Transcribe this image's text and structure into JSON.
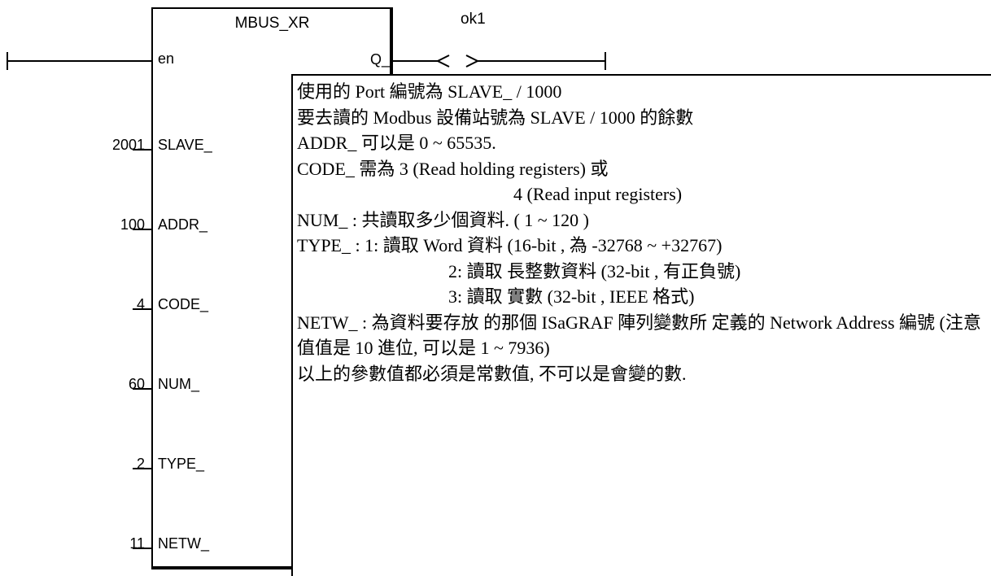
{
  "block": {
    "title": "MBUS_XR",
    "input_en": "en",
    "output_q": "Q_",
    "coil": "ok1",
    "coil_symbol": "( )"
  },
  "pins": [
    {
      "name": "SLAVE_",
      "value": "2001"
    },
    {
      "name": "ADDR_",
      "value": "100"
    },
    {
      "name": "CODE_",
      "value": "4"
    },
    {
      "name": "NUM_",
      "value": "60"
    },
    {
      "name": "TYPE_",
      "value": "2"
    },
    {
      "name": "NETW_",
      "value": "11"
    }
  ],
  "note": {
    "lines": [
      "使用的  Port  編號為  SLAVE_ / 1000",
      "要去讀的 Modbus  設備站號為  SLAVE / 1000 的餘數",
      "ADDR_  可以是  0 ~ 65535.",
      "CODE_  需為  3 (Read holding registers)  或",
      "4 (Read input registers)",
      "NUM_ :  共讀取多少個資料. ( 1 ~ 120 )",
      "TYPE_ : 1:  讀取  Word  資料  (16-bit , 為  -32768 ~ +32767)",
      "2:  讀取  長整數資料  (32-bit , 有正負號)",
      "3:  讀取  實數  (32-bit , IEEE  格式)",
      "NETW_ :  為資料要存放  的那個  ISaGRAF  陣列變數所  定義的 Network Address  編號    (注意值值是 10 進位,  可以是  1 ~ 7936)",
      "以上的參數值都必須是常數值,  不可以是會變的數."
    ]
  }
}
